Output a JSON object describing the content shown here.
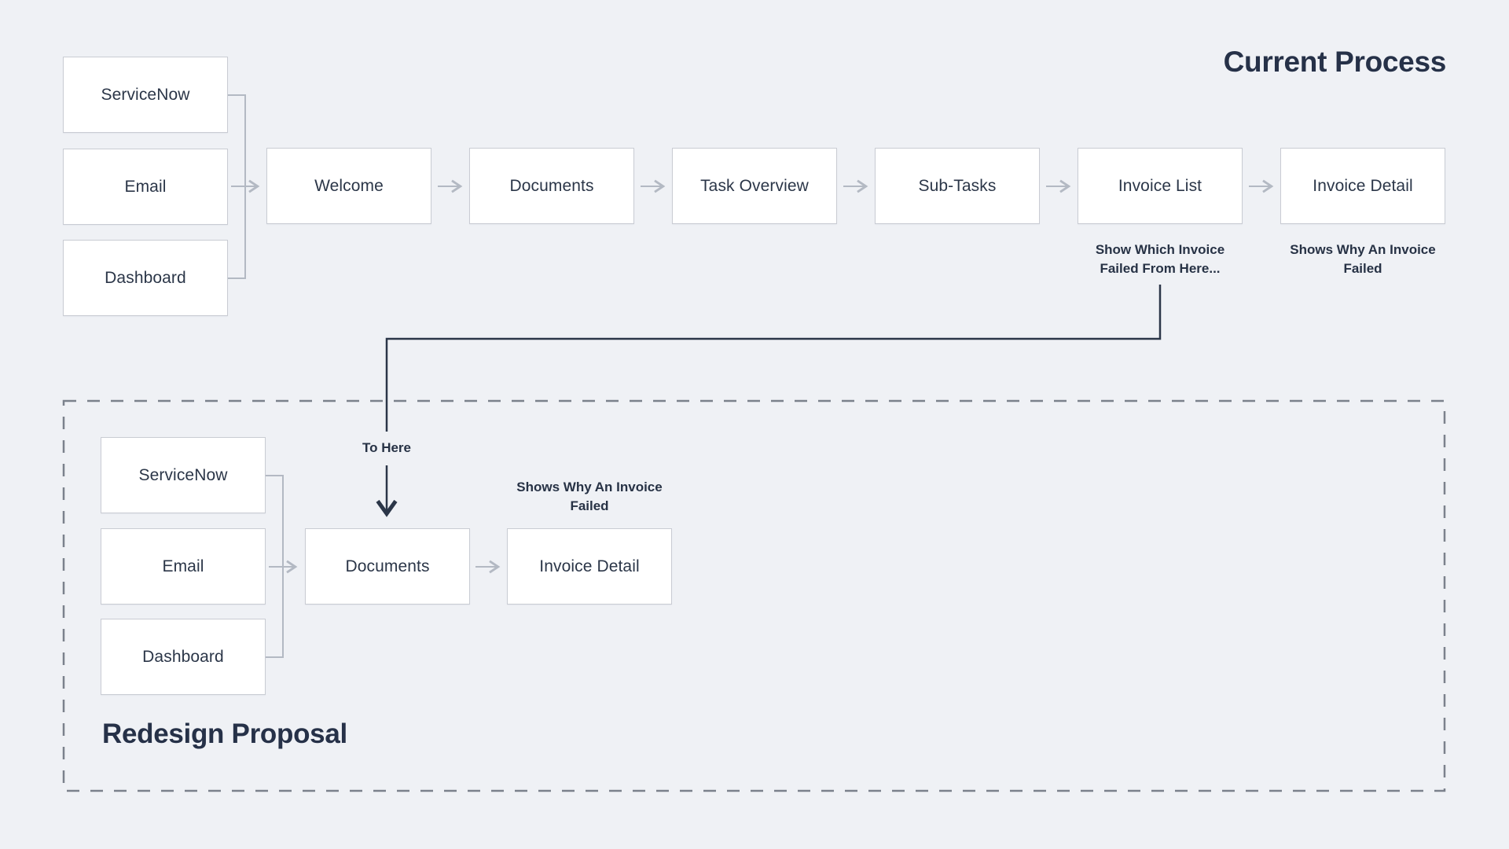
{
  "diagram": {
    "current_process": {
      "title": "Current Process",
      "sources": [
        {
          "label": "ServiceNow"
        },
        {
          "label": "Email"
        },
        {
          "label": "Dashboard"
        }
      ],
      "steps": [
        {
          "label": "Welcome"
        },
        {
          "label": "Documents"
        },
        {
          "label": "Task Overview"
        },
        {
          "label": "Sub-Tasks"
        },
        {
          "label": "Invoice List",
          "annotation": "Show Which Invoice Failed From Here..."
        },
        {
          "label": "Invoice Detail",
          "annotation": "Shows Why An Invoice Failed"
        }
      ]
    },
    "redesign_proposal": {
      "title": "Redesign Proposal",
      "sources": [
        {
          "label": "ServiceNow"
        },
        {
          "label": "Email"
        },
        {
          "label": "Dashboard"
        }
      ],
      "steps": [
        {
          "label": "Documents"
        },
        {
          "label": "Invoice Detail",
          "annotation": "Shows Why An Invoice Failed"
        }
      ],
      "connector_label": "To Here"
    },
    "colors": {
      "background": "#eff1f5",
      "node_fill": "#ffffff",
      "node_border": "#c9ccd3",
      "text": "#2b3648",
      "flow_line": "#b3b9c3",
      "highlight_line": "#2b3648",
      "dashed_border": "#7b818c"
    }
  }
}
